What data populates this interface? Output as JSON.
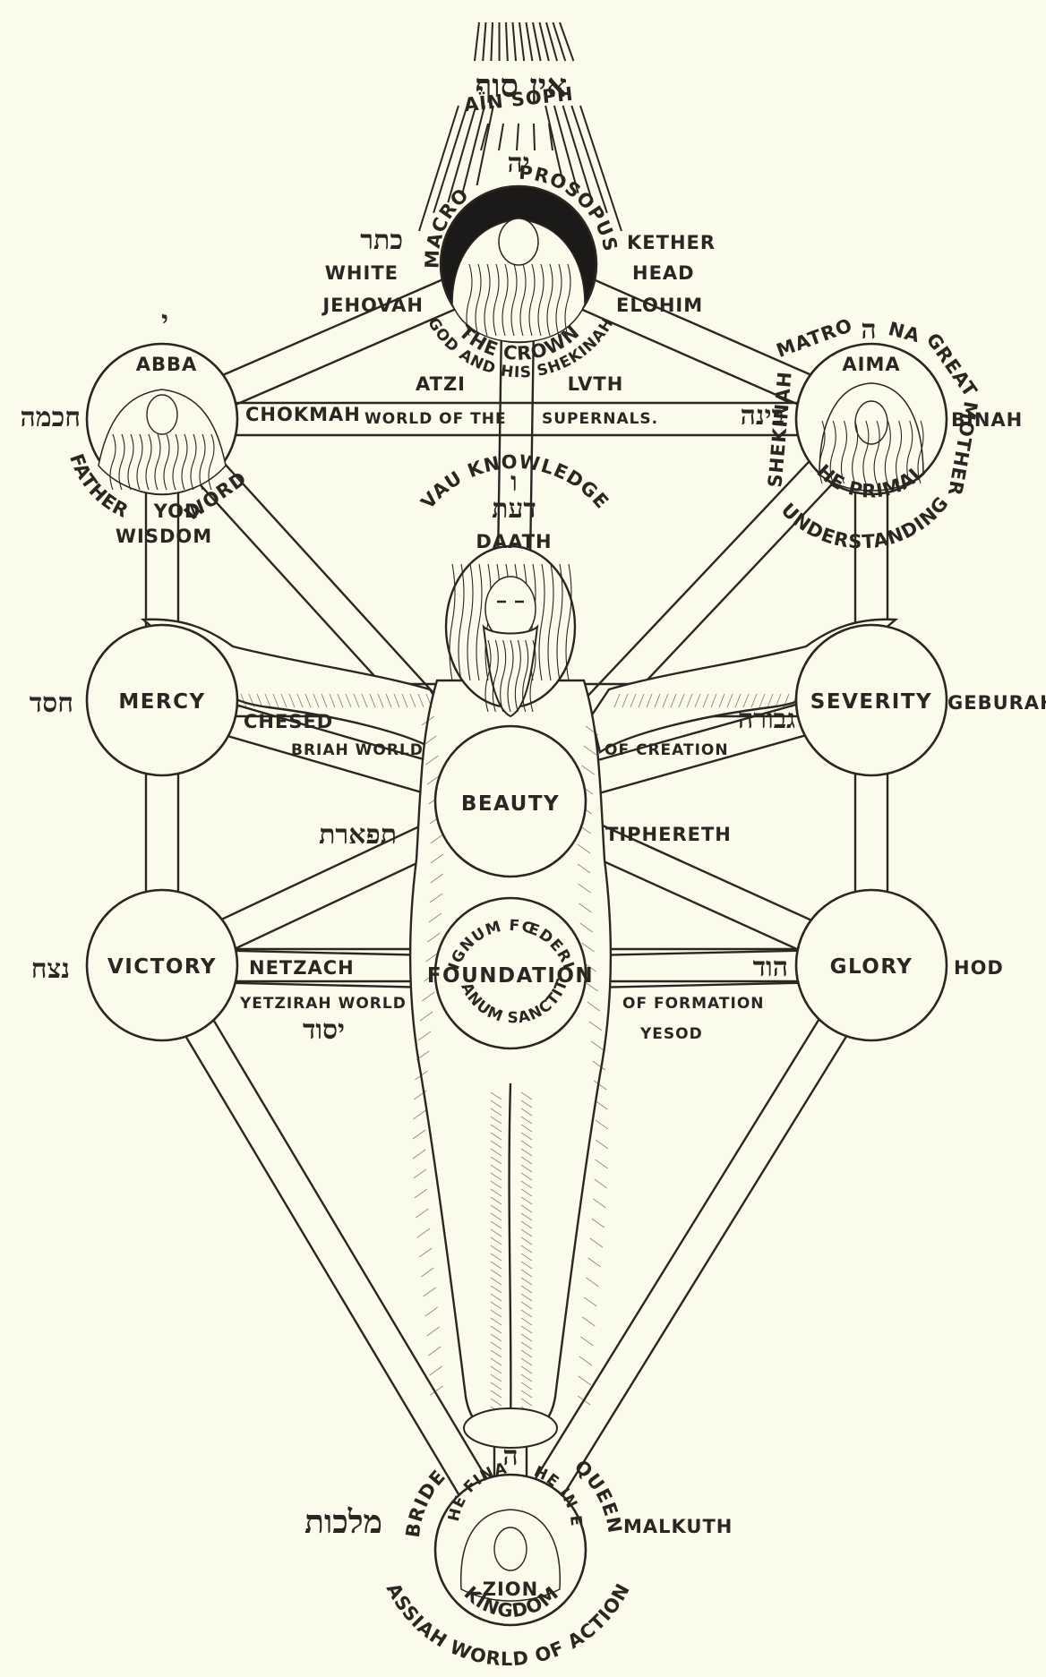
{
  "title": "Kabbalistic Tree of Life with Adam Kadmon",
  "colors": {
    "ink": "#2a2622",
    "paper": "#fbfbeb"
  },
  "top": {
    "ain_soph_hebrew": "אין סוף",
    "ain_soph": "AÏN SOPH",
    "yah_hebrew": "יה",
    "macro": "MACRO",
    "prosopus": "PROSOPUS"
  },
  "kether": {
    "hebrew": "כתר",
    "white": "WHITE",
    "jehovah": "JEHOVAH",
    "name": "KETHER",
    "head": "HEAD",
    "elohim": "ELOHIM",
    "crown": "THE CROWN",
    "shekinah": "GOD AND HIS SHEKINAH"
  },
  "supernal_world": {
    "atzi": "ATZI",
    "luth": "LVTH",
    "world_of_the": "WORLD OF THE",
    "supernals": "SUPERNALS."
  },
  "chokmah": {
    "yod_hebrew": "י",
    "abba": "ABBA",
    "hebrew": "חכמה",
    "name": "CHOKMAH",
    "father": "FATHER",
    "yod": "YOD",
    "word": "WORD",
    "wisdom": "WISDOM"
  },
  "binah": {
    "he_hebrew": "ה",
    "shekinah": "SHEKINAH",
    "matro": "MATRO",
    "na": "NA",
    "great": "GREAT",
    "mother": "MOTHER",
    "aima": "AIMA",
    "hebrew": "בינה",
    "name": "BINAH",
    "he_primal": "HE PRIMAL",
    "understanding": "UNDERSTANDING"
  },
  "daath": {
    "vau": "VAU",
    "knowledge": "KNOWLEDGE",
    "vau_hebrew": "ו",
    "hebrew": "דעת",
    "name": "DAATH"
  },
  "chesed": {
    "label": "MERCY",
    "hebrew": "חסד",
    "name": "CHESED",
    "briah": "BRIAH WORLD"
  },
  "geburah": {
    "label": "SEVERITY",
    "hebrew": "גבורה",
    "name": "GEBURAH",
    "of_creation": "OF CREATION"
  },
  "tiphereth": {
    "label": "BEAUTY",
    "hebrew": "תפארת",
    "name": "TIPHERETH"
  },
  "yesod": {
    "label": "FOUNDATION",
    "signum": "SIGNUM FŒDERIS",
    "organum": "ORGANUM SANCTITATIS",
    "hebrew": "יסוד",
    "name": "YESOD"
  },
  "netzach": {
    "label": "VICTORY",
    "hebrew": "נצח",
    "name": "NETZACH",
    "yetzirah": "YETZIRAH WORLD"
  },
  "hod": {
    "label": "GLORY",
    "hebrew": "הוד",
    "name": "HOD",
    "of_formation": "OF FORMATION"
  },
  "malkuth": {
    "he_hebrew": "ה",
    "bride": "BRIDE",
    "queen": "QUEEN",
    "he_final": "HE FINAL",
    "he_exile": "HE IN EXILE",
    "zion": "ZION",
    "kingdom": "KINGDOM",
    "hebrew": "מלכות",
    "name": "MALKUTH",
    "assiah": "ASSIAH WORLD OF ACTION"
  }
}
